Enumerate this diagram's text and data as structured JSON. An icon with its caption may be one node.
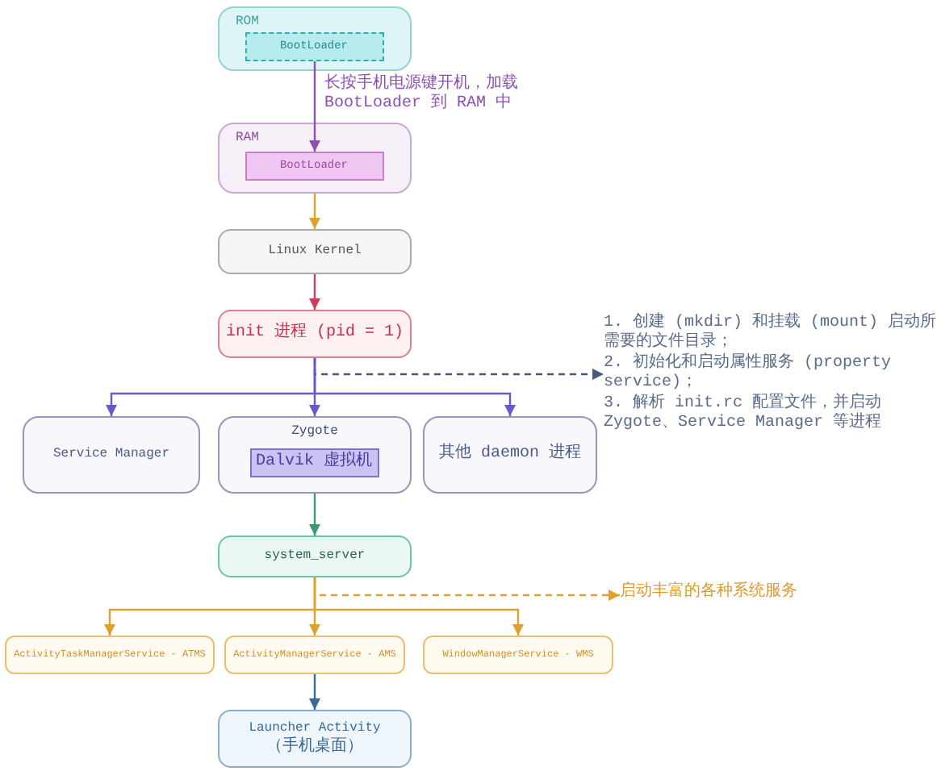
{
  "diagram": {
    "nodes": [
      {
        "text": [
          "ROM"
        ]
      },
      {
        "text": [
          "BootLoader"
        ],
        "in": 0
      },
      {
        "text": [
          "RAM"
        ]
      },
      {
        "text": [
          "BootLoader"
        ],
        "in": 2
      },
      {
        "text": [
          "Linux Kernel"
        ]
      },
      {
        "text": [
          "init 进程 (pid = 1)"
        ]
      },
      {
        "text": [
          "1. 创建 (mkdir) 和挂载 (mount) 启动所需要的文件目录；",
          "2. 初始化和启动属性服务 (property service)；",
          "3. 解析 init.rc 配置文件，并启动 Zygote、Service Manager 等进程"
        ]
      },
      {
        "text": [
          "Service Manager"
        ]
      },
      {
        "text": [
          "Zygote"
        ]
      },
      {
        "text": [
          "Dalvik 虚拟机"
        ],
        "in": 8
      },
      {
        "text": [
          "其他 daemon 进程"
        ]
      },
      {
        "text": [
          "system_server"
        ]
      },
      {
        "text": [
          "启动丰富的各种系统服务"
        ]
      },
      {
        "text": [
          "ActivityTaskManagerService - ATMS"
        ]
      },
      {
        "text": [
          "ActivityManagerService - AMS"
        ]
      },
      {
        "text": [
          "WindowManagerService - WMS"
        ]
      },
      {
        "text": [
          "Launcher Activity",
          "（手机桌面）"
        ]
      }
    ],
    "edges": [
      {
        "from": 1,
        "to": 3,
        "arrow": "to",
        "label": "长按手机电源键开机，加载 BootLoader 到 RAM 中",
        "color": "#8e4fb5"
      },
      {
        "from": 2,
        "to": 4,
        "arrow": "to"
      },
      {
        "from": 4,
        "to": 5,
        "arrow": "to",
        "color": "#c8405a"
      },
      {
        "from": 5,
        "to": 6,
        "arrow": "to",
        "style": "dashed",
        "color": "#4a5a7a"
      },
      {
        "from": 5,
        "to": 7,
        "arrow": "to",
        "color": "#6a58c8"
      },
      {
        "from": 5,
        "to": 8,
        "arrow": "to",
        "color": "#6a58c8"
      },
      {
        "from": 5,
        "to": 10,
        "arrow": "to",
        "color": "#6a58c8"
      },
      {
        "from": 8,
        "to": 11,
        "arrow": "to",
        "color": "#3a9a70"
      },
      {
        "from": 11,
        "to": 12,
        "arrow": "to",
        "style": "dashed"
      },
      {
        "from": 11,
        "to": 13,
        "arrow": "to"
      },
      {
        "from": 11,
        "to": 14,
        "arrow": "to"
      },
      {
        "from": 11,
        "to": 15,
        "arrow": "to"
      },
      {
        "from": 14,
        "to": 16,
        "arrow": "to",
        "color": "#3a6a9a"
      }
    ]
  }
}
